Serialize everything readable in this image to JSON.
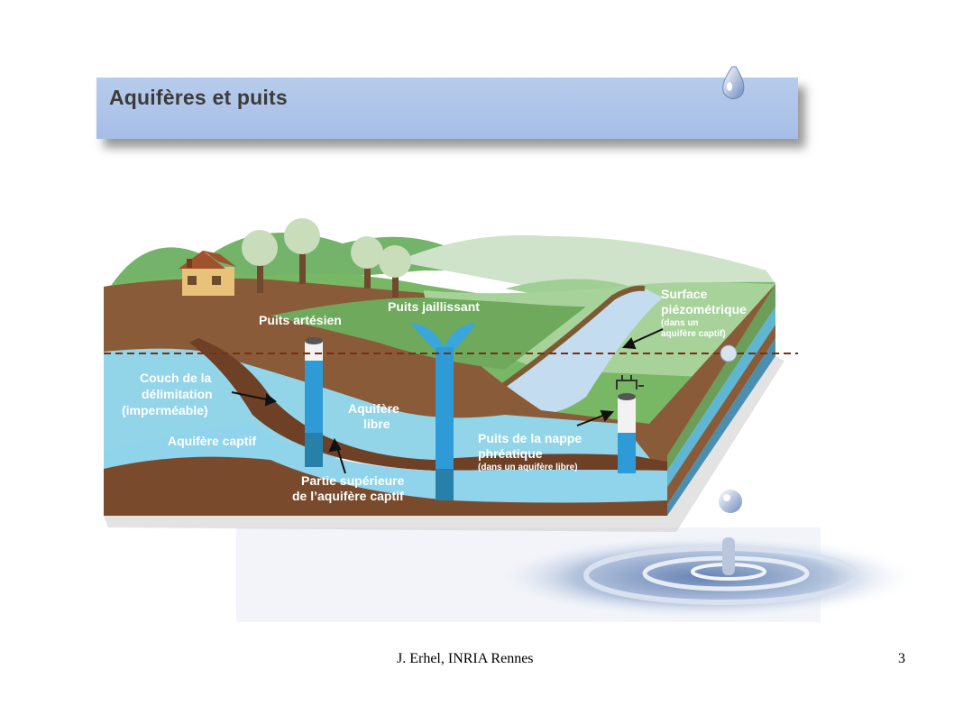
{
  "slide": {
    "title": "Aquifères et puits",
    "footer_author": "J. Erhel, INRIA Rennes",
    "page_number": "3"
  },
  "diagram": {
    "labels": {
      "puits_artesien": "Puits artésien",
      "puits_jaillissant": "Puits jaillissant",
      "surface_piezo_1": "Surface",
      "surface_piezo_2": "piézométrique",
      "surface_piezo_3": "(dans un",
      "surface_piezo_4": "aquifère captif)",
      "couche_1": "Couch de la",
      "couche_2": "délimitation",
      "couche_3": "(imperméable)",
      "aquifere_libre_1": "Aquifère",
      "aquifere_libre_2": "libre",
      "aquifere_captif": "Aquifère captif",
      "puits_nappe_1": "Puits de la nappe",
      "puits_nappe_2": "phréatique",
      "puits_nappe_3": "(dans un aquifère libre)",
      "partie_sup_1": "Partie supérieure",
      "partie_sup_2": "de l’aquifère captif"
    }
  },
  "colors": {
    "title_bar": "#a9c1e8",
    "water": "#8fd4ea",
    "soil": "#7a4a2c",
    "grass": "#6fb55f"
  }
}
